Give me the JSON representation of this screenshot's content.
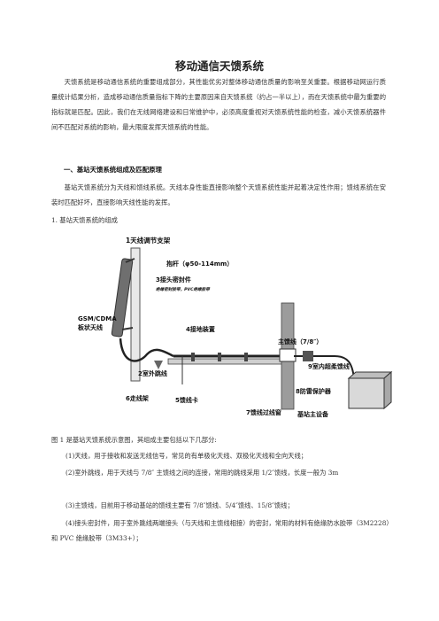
{
  "doc": {
    "title": "移动通信天馈系统",
    "intro": "天馈系统是移动通信系统的重要组成部分，其性能优劣对整体移动通信质量的影响至关重要。根据移动网运行质量统计结果分析，造成移动通信质量指标下降的主要原因来自天馈系统（约占一半以上），而在天馈系统中最为重要的指标就是匹配。因此，我们在无线网络建设和日常维护中，必须高度重视对天馈系统性能的检查，减小天馈系统器件间不匹配对系统的影响，最大限度发挥天馈系统的性能。",
    "section1_heading": "一、基站天馈系统组成及匹配原理",
    "section1_para": "基站天馈系统分为天线和馈线系统。天线本身性能直接影响整个天馈系统性能并起着决定性作用；馈线系统在安装时匹配好坏，直接影响天线性能的发挥。",
    "subsection1": "1.   基站天馈系统的组成",
    "fig_caption": "图 1 是基站天馈系统示意图，其组成主要包括以下几部分:",
    "items": [
      "(1)天线，用于接收和发送无线信号，常见的有单极化天线、双极化天线和全向天线；",
      "(2)室外跳线，用于天线与 7/8″ 主馈线之间的连接，常用的跳线采用 1/2″馈线，长度一般为 3m",
      "(3)主馈线，目前用于移动基站的馈线主要有 7/8″馈线、5/4″馈线、15/8″馈线；",
      "(4)接头密封件，用于室外跳线两端接头（与天线和主馈线相接）的密封，常用的材料有绝缘防水胶带（3M2228）和 PVC 绝缘胶带（3M33+）；"
    ]
  },
  "diagram": {
    "labels": {
      "support": "1天线调节支架",
      "pole": "抱杆（φ50-114mm）",
      "seal": "3接头密封件",
      "seal_note": "绝缘密封胶带，PVC绝缘胶带",
      "antenna": "GSM/CDMA",
      "antenna2": "板状天线",
      "jumper": "2室外跳线",
      "grounding": "4接地装置",
      "feeder": "主馈线（7/8″）",
      "indoor_jumper": "9室内超柔馈线",
      "rack": "6走线架",
      "clamp": "5馈线卡",
      "window": "7馈线过线窗",
      "arrester": "8防雷保护器",
      "bts": "基站主设备"
    }
  }
}
